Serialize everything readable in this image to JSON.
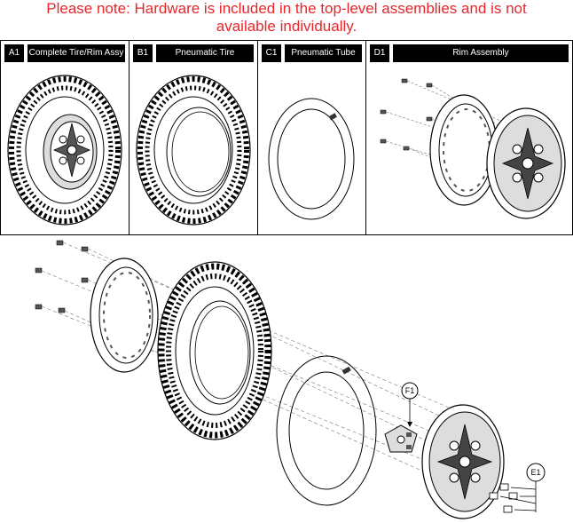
{
  "note": {
    "line1": "Please note: Hardware is included in the top-level assemblies and is not",
    "line2": "available individually."
  },
  "panels": [
    {
      "code": "A1",
      "title": "Complete Tire/Rim Assy"
    },
    {
      "code": "B1",
      "title": "Pneumatic Tire"
    },
    {
      "code": "C1",
      "title": "Pneumatic Tube"
    },
    {
      "code": "D1",
      "title": "Rim Assembly"
    }
  ],
  "callouts": {
    "f1": "F1",
    "e1": "E1"
  },
  "colors": {
    "note": "#e8262b",
    "header_bg": "#000000",
    "header_text": "#ffffff",
    "line": "#000000"
  }
}
